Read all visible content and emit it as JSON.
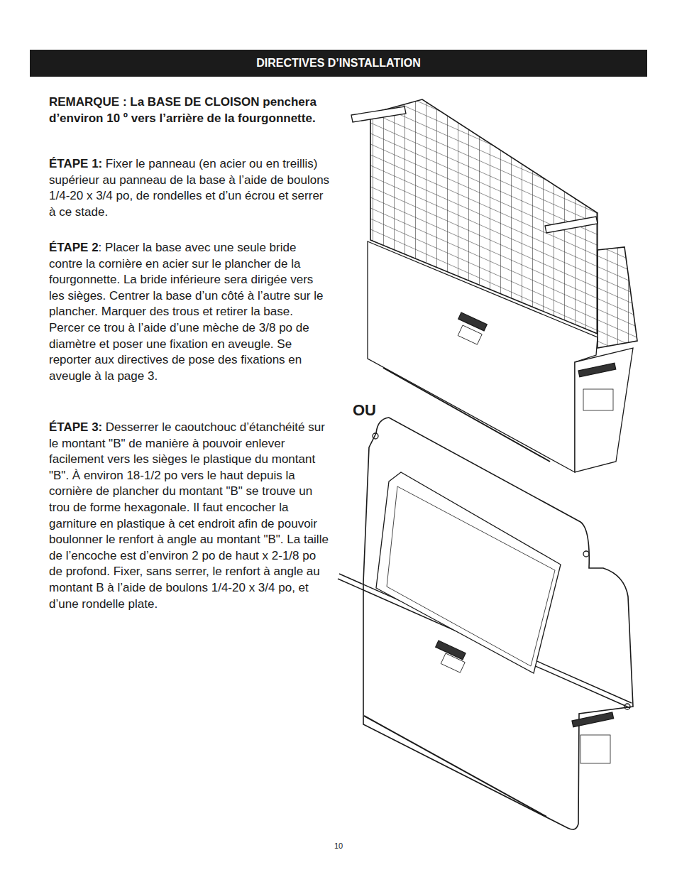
{
  "diagram": {
    "title": "DIRECTIVES D’INSTALLATION",
    "labels": [
      "REMARQUE : La BASE DE CLOISON penchera d’environ 10 º vers l’arrière de la fourgonnette.",
      "ÉTAPE 1:",
      "Fixer le panneau (en acier ou en treillis) supérieur au panneau de la base à l’aide de boulons 1/4-20 x 3/4 po, de rondelles et d’un écrou et serrer à ce stade.",
      "ÉTAPE 2",
      ": Placer la base avec une seule bride contre la cornière en acier sur le plancher de la fourgonnette. La bride inférieure sera dirigée vers les sièges. Centrer la base d’un côté à l’autre sur le plancher. Marquer des trous et retirer la base. Percer ce trou à l’aide d’une mèche de 3/8 po de diamètre et poser une fixation en aveugle. Se reporter aux directives de pose des fixations en aveugle à la page 3.",
      "ÉTAPE 3:",
      "Desserrer le caoutchouc d’étanchéité sur le montant \"B\" de manière à pouvoir enlever facilement vers les sièges le plastique du montant \"B\". À environ 18-1/2 po vers le haut depuis la cornière de plancher du montant \"B\" se trouve un trou de forme hexagonale. Il faut encocher la garniture en plastique à cet endroit afin de pouvoir boulonner le renfort à angle au montant \"B\". La taille de l’encoche est d’environ 2 po de haut x 2-1/8 po de profond. Fixer, sans serrer, le renfort à angle au montant B à l’aide de boulons 1/4-20 x 3/4 po, et d’une rondelle plate.",
      "OU",
      "10"
    ]
  }
}
